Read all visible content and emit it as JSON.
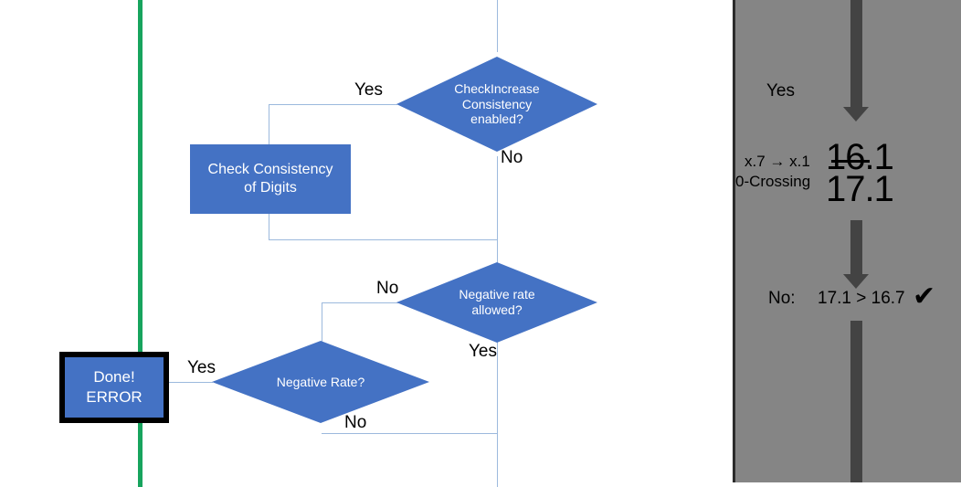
{
  "flowchart": {
    "nodes": {
      "check_increase_consistency": "CheckIncrease Consistency enabled?",
      "check_increase_consistency_lines": [
        "CheckIncrease",
        "Consistency",
        "enabled?"
      ],
      "check_consistency_of_digits_lines": [
        "Check Consistency",
        "of Digits"
      ],
      "negative_rate_allowed_lines": [
        "Negative rate",
        "allowed?"
      ],
      "negative_rate": "Negative Rate?",
      "done_error_lines": [
        "Done!",
        "ERROR"
      ]
    },
    "edge_labels": {
      "consistency_yes": "Yes",
      "consistency_no": "No",
      "neg_allowed_no": "No",
      "neg_allowed_yes": "Yes",
      "neg_rate_yes": "Yes",
      "neg_rate_no": "No"
    },
    "colors": {
      "node_fill": "#4472C4",
      "node_text": "#FFFFFF",
      "connector": "#9CB9DD",
      "divider_green": "#17A45E",
      "terminator_border": "#000000"
    }
  },
  "panel": {
    "background": "#858585",
    "arrow_color": "#434343",
    "top_label": "Yes",
    "row1": {
      "label": "x.7 → x.1",
      "value": "16.1",
      "struck": true
    },
    "row2": {
      "label": "0-Crossing",
      "value": "17.1"
    },
    "comparison": {
      "prefix": "No:",
      "expression": "17.1 > 16.7",
      "mark": "✔"
    }
  }
}
